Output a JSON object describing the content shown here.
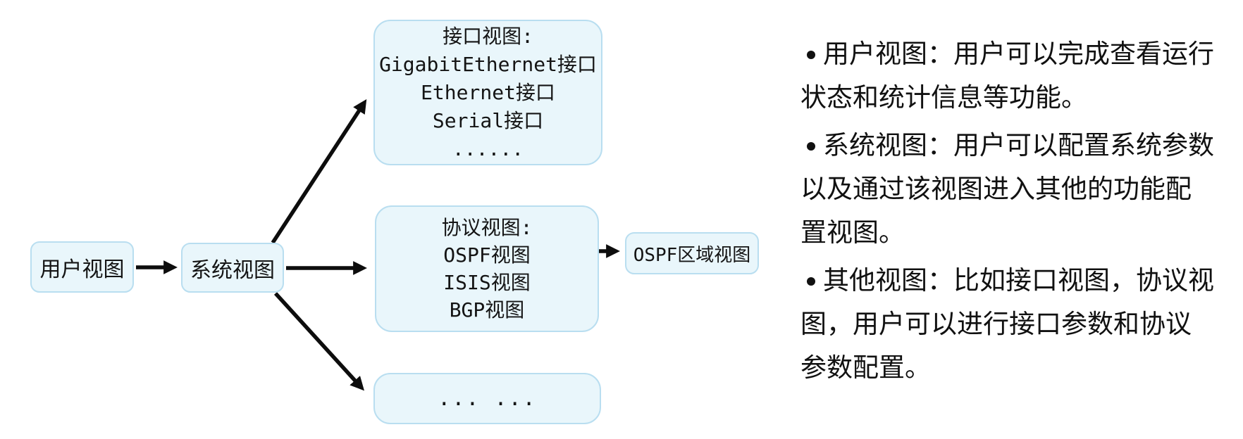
{
  "diagram": {
    "user_view_box": {
      "label": "用户视图"
    },
    "system_view_box": {
      "label": "系统视图"
    },
    "interface_box": {
      "lines": [
        "接口视图:",
        "GigabitEthernet接口",
        "Ethernet接口",
        "Serial接口",
        "......"
      ]
    },
    "protocol_box": {
      "lines": [
        "协议视图:",
        "OSPF视图",
        "ISIS视图",
        "BGP视图"
      ]
    },
    "others_box": {
      "label": "... ..."
    },
    "ospf_area_box": {
      "label": "OSPF区域视图"
    }
  },
  "notes": {
    "items": [
      {
        "lines": [
          "用户视图：用户可以完成查看运行",
          "状态和统计信息等功能。"
        ]
      },
      {
        "lines": [
          "系统视图：用户可以配置系统参数",
          "以及通过该视图进入其他的功能配",
          "置视图。"
        ]
      },
      {
        "lines": [
          "其他视图：比如接口视图，协议视",
          "图，用户可以进行接口参数和协议",
          "参数配置。"
        ]
      }
    ],
    "bullet_icon": "dot"
  },
  "colors": {
    "box_fill": "#e9f6fb",
    "box_border": "#b9def0",
    "arrow": "#0d0d0d",
    "text": "#141414"
  }
}
